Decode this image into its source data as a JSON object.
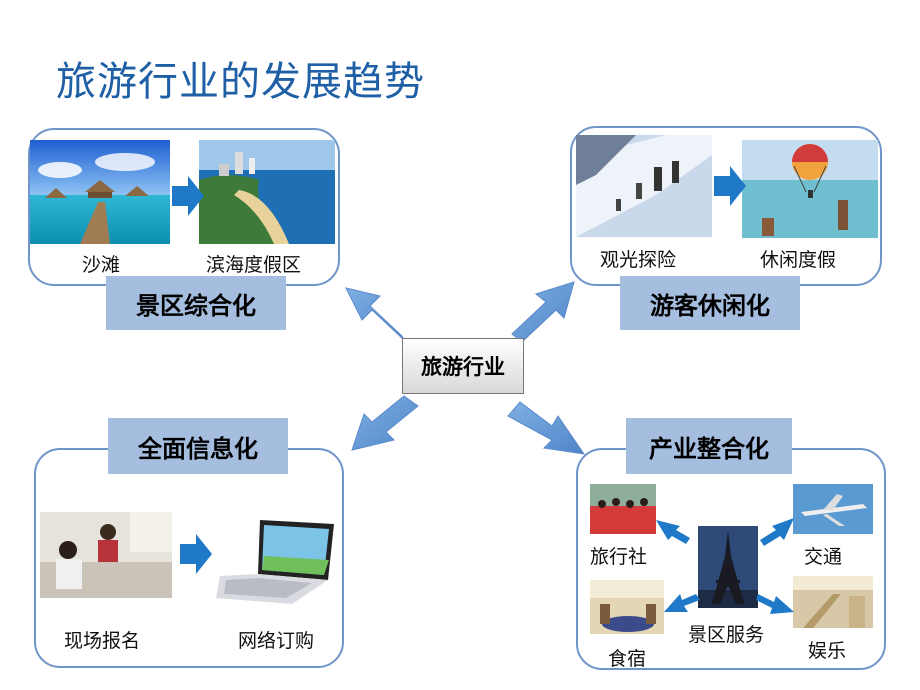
{
  "title": "旅游行业的发展趋势",
  "center": "旅游行业",
  "quadrants": {
    "top_left": {
      "label": "景区综合化",
      "captions": [
        "沙滩",
        "滨海度假区"
      ]
    },
    "top_right": {
      "label": "游客休闲化",
      "captions": [
        "观光探险",
        "休闲度假"
      ]
    },
    "bottom_left": {
      "label": "全面信息化",
      "captions": [
        "现场报名",
        "网络订购"
      ]
    },
    "bottom_right": {
      "label": "产业整合化",
      "center_caption": "景区服务",
      "captions": [
        "旅行社",
        "交通",
        "食宿",
        "娱乐"
      ]
    }
  },
  "colors": {
    "title": "#1f5fa6",
    "panel_border": "#6f95c9",
    "label_fill": "#a5bedf",
    "arrow": "#1f78c8"
  }
}
